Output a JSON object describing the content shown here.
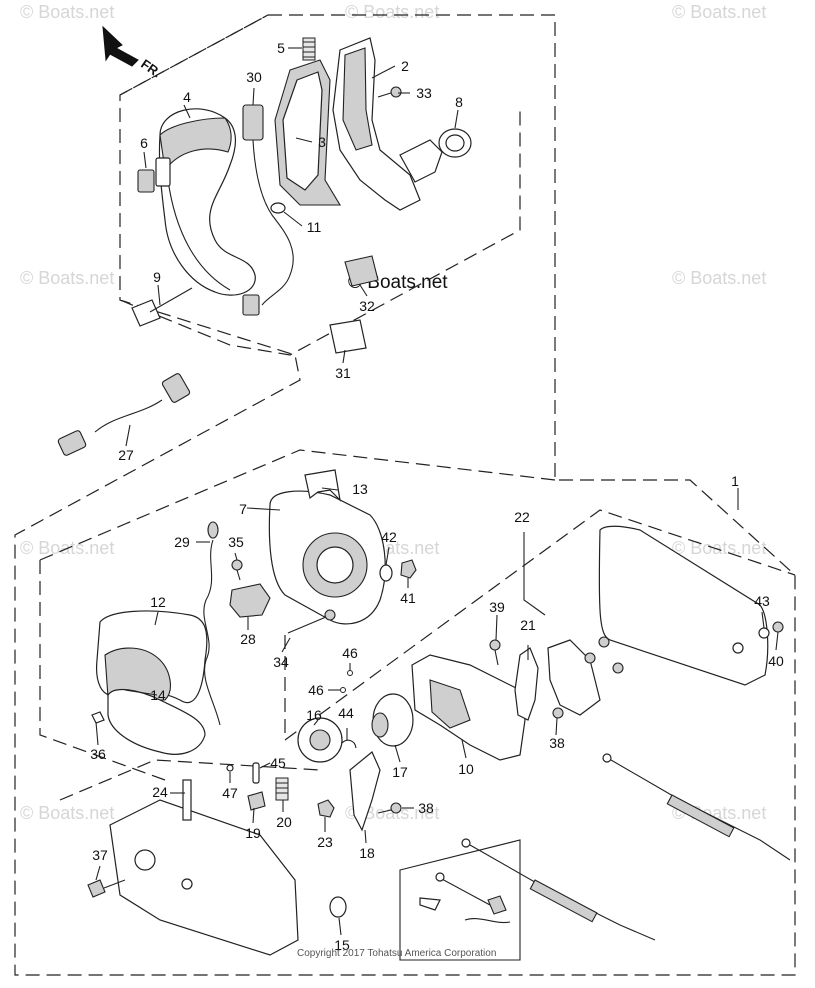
{
  "watermark": "© Boats.net",
  "center_watermark": "© Boats.net",
  "copyright": "Copyright 2017 Tohatsu America Corporation",
  "front_arrow_label": "FR.",
  "part_numbers": [
    "1",
    "2",
    "3",
    "4",
    "5",
    "6",
    "7",
    "8",
    "9",
    "10",
    "11",
    "12",
    "13",
    "14",
    "15",
    "16",
    "17",
    "18",
    "19",
    "20",
    "21",
    "22",
    "23",
    "24",
    "27",
    "28",
    "29",
    "30",
    "31",
    "32",
    "33",
    "34",
    "35",
    "36",
    "37",
    "38",
    "38",
    "39",
    "40",
    "41",
    "42",
    "43",
    "44",
    "45",
    "46",
    "46",
    "47"
  ],
  "colors": {
    "line": "#222222",
    "shade": "#cfcfcf",
    "watermark": "#d6d6d6"
  }
}
